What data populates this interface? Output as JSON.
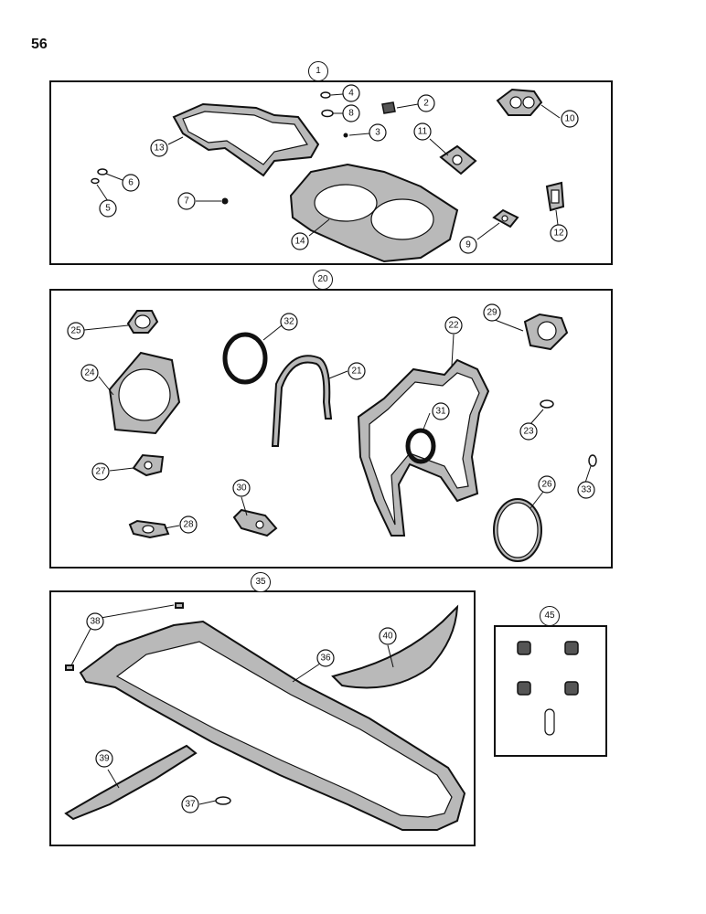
{
  "page": {
    "number": "56"
  },
  "kits": [
    {
      "id": "kit-1",
      "label": "1"
    },
    {
      "id": "kit-20",
      "label": "20"
    },
    {
      "id": "kit-35",
      "label": "35"
    },
    {
      "id": "kit-45",
      "label": "45"
    }
  ],
  "callouts": [
    "2",
    "3",
    "4",
    "5",
    "6",
    "7",
    "8",
    "9",
    "10",
    "11",
    "12",
    "13",
    "14",
    "21",
    "22",
    "23",
    "24",
    "25",
    "26",
    "27",
    "28",
    "29",
    "30",
    "31",
    "32",
    "33",
    "36",
    "37",
    "38",
    "39",
    "40"
  ]
}
